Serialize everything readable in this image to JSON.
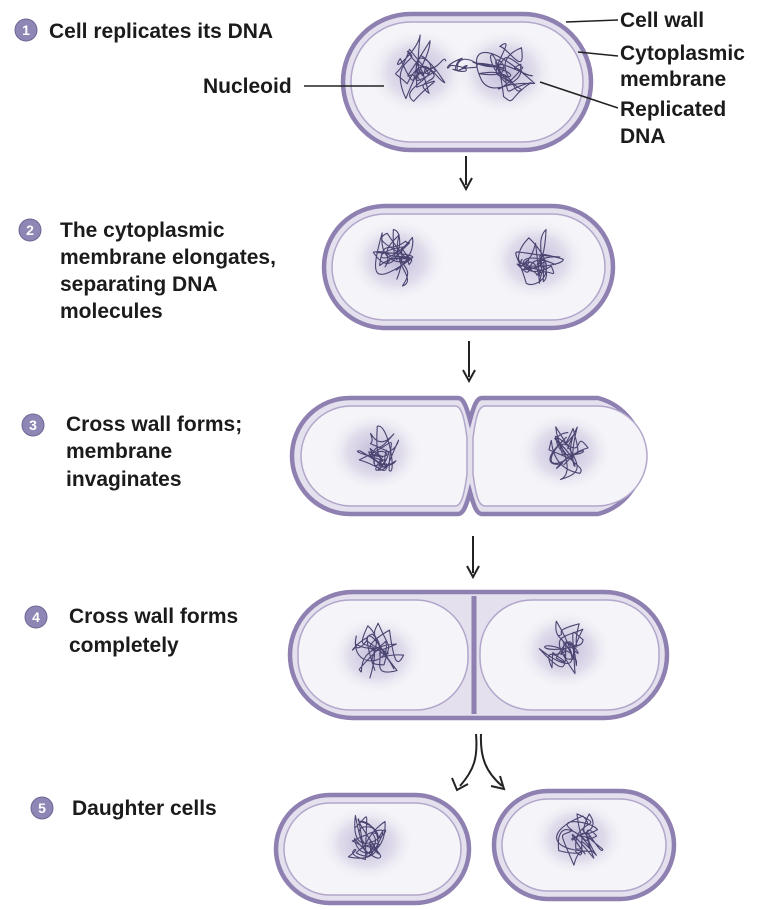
{
  "steps": [
    {
      "number": "1",
      "lines": [
        "Cell replicates its DNA"
      ]
    },
    {
      "number": "2",
      "lines": [
        "The cytoplasmic",
        "membrane elongates,",
        "separating DNA",
        "molecules"
      ]
    },
    {
      "number": "3",
      "lines": [
        "Cross wall forms;",
        "membrane",
        "invaginates"
      ]
    },
    {
      "number": "4",
      "lines": [
        "Cross wall forms",
        "completely"
      ]
    },
    {
      "number": "5",
      "lines": [
        "Daughter cells"
      ]
    }
  ],
  "callouts": {
    "nucleoid": "Nucleoid",
    "cell_wall": "Cell wall",
    "cytoplasmic_membrane": [
      "Cytoplasmic",
      "membrane"
    ],
    "replicated_dna": [
      "Replicated",
      "DNA"
    ]
  },
  "colors": {
    "cell_wall": "#8e80b0",
    "cytoplasm": "#e4e0ee",
    "dna": "#4a4470",
    "nucleoid_shade": "#ada3cd",
    "step_badge": "#8e86b4",
    "text": "#1b1b1b"
  }
}
